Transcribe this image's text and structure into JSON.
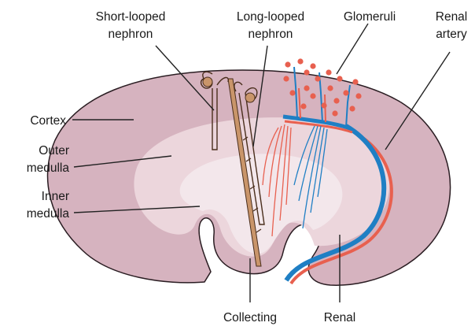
{
  "labels": {
    "short_looped_line1": "Short-looped",
    "short_looped_line2": "nephron",
    "long_looped_line1": "Long-looped",
    "long_looped_line2": "nephron",
    "glomeruli": "Glomeruli",
    "renal_artery_line1": "Renal",
    "renal_artery_line2": "artery",
    "cortex": "Cortex",
    "outer_medulla_line1": "Outer",
    "outer_medulla_line2": "medulla",
    "inner_medulla_line1": "Inner",
    "inner_medulla_line2": "medulla",
    "collecting": "Collecting",
    "renal_bottom": "Renal"
  },
  "colors": {
    "cortex": "#d6b3bf",
    "outer_medulla": "#ecd6dc",
    "inner_medulla": "#f3e7eb",
    "artery": "#e8604f",
    "vein": "#1f7fc4",
    "nephron": "#c9956a",
    "outline": "#2a1d22"
  }
}
